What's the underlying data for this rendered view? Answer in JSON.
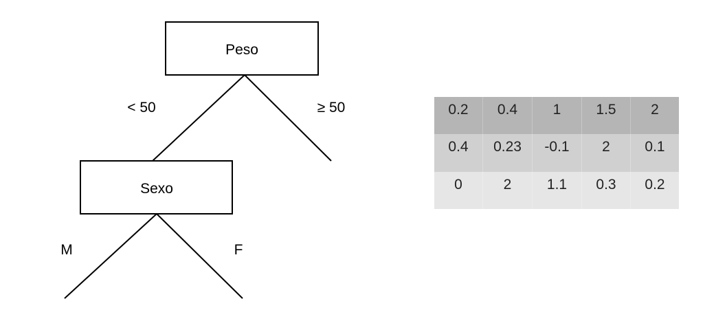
{
  "tree": {
    "root": {
      "label": "Peso",
      "edges": [
        {
          "label": "< 50"
        },
        {
          "label": "≥ 50"
        }
      ]
    },
    "child": {
      "label": "Sexo",
      "edges": [
        {
          "label": "M"
        },
        {
          "label": "F"
        }
      ]
    }
  },
  "table": {
    "rows": [
      [
        "0.2",
        "0.4",
        "1",
        "1.5",
        "2"
      ],
      [
        "0.4",
        "0.23",
        "-0.1",
        "2",
        "0.1"
      ],
      [
        "0",
        "2",
        "1.1",
        "0.3",
        "0.2"
      ]
    ],
    "row_colors": [
      "#b5b5b5",
      "#d0d0d0",
      "#e6e6e6"
    ]
  }
}
